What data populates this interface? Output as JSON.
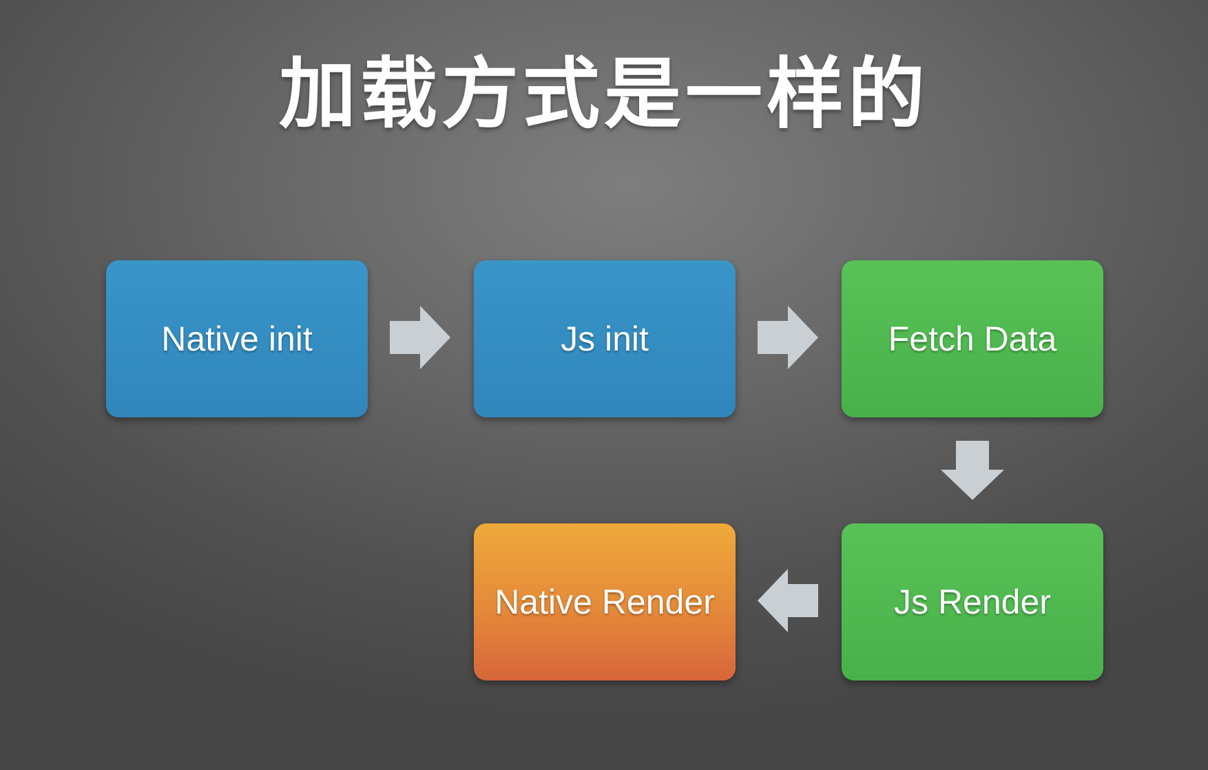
{
  "title": "加载方式是一样的",
  "steps": [
    {
      "label": "Native init",
      "color": "#3a95c8"
    },
    {
      "label": "Js init",
      "color": "#3a95c8"
    },
    {
      "label": "Fetch Data",
      "color": "#55bf55"
    },
    {
      "label": "Js Render",
      "color": "#55bf55"
    },
    {
      "label": "Native Render",
      "color": "#e58a3a"
    }
  ],
  "arrow_color": "#c9cfd3",
  "flow": [
    {
      "from": "Native init",
      "to": "Js init",
      "direction": "right"
    },
    {
      "from": "Js init",
      "to": "Fetch Data",
      "direction": "right"
    },
    {
      "from": "Fetch Data",
      "to": "Js Render",
      "direction": "down"
    },
    {
      "from": "Js Render",
      "to": "Native Render",
      "direction": "left"
    }
  ]
}
